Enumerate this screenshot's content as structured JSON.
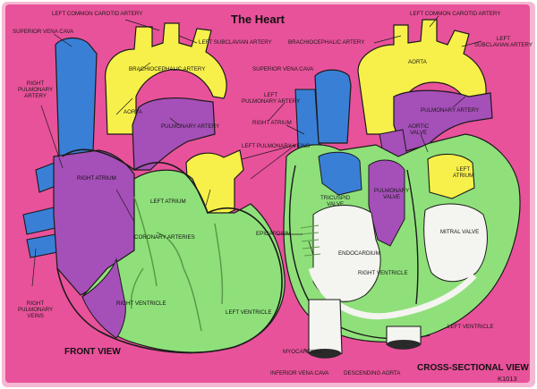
{
  "title": "The Heart",
  "front_view_caption": "FRONT VIEW",
  "cross_section_caption": "CROSS-SECTIONAL VIEW",
  "product_code": "K1013",
  "colors": {
    "board": "#e8529a",
    "board_edge": "#f5b8d2",
    "vein_blue": "#3a7fd6",
    "artery_yellow": "#f7f04a",
    "pulmonary_purple": "#a54fb8",
    "muscle_green": "#8fe07a",
    "chamber_white": "#f4f4f0",
    "outline": "#1a1a1a"
  },
  "front_labels": {
    "left_common_carotid_artery": "LEFT COMMON CAROTID ARTERY",
    "superior_vena_cava": "SUPERIOR VENA CAVA",
    "left_subclavian_artery": "LEFT SUBCLAVIAN ARTERY",
    "brachiocephalic_artery": "BRACHIOCEPHALIC ARTERY",
    "right_pulmonary_artery": "RIGHT\nPULMONARY\nARTERY",
    "aorta": "AORTA",
    "pulmonary_artery": "PULMONARY ARTERY",
    "right_atrium": "RIGHT ATRIUM",
    "left_atrium": "LEFT ATRIUM",
    "coronary_arteries": "CORONARY ARTERIES",
    "right_ventricle": "RIGHT VENTRICLE",
    "left_ventricle": "LEFT VENTRICLE",
    "right_pulmonary_veins": "RIGHT\nPULMONARY\nVEINS"
  },
  "center_labels": {
    "superior_vena_cava": "SUPERIOR VENA CAVA",
    "left_pulmonary_artery": "LEFT\nPULMONARY ARTERY",
    "right_atrium": "RIGHT ATRIUM",
    "left_pulmonary_veins": "LEFT PULMONARY VEINS",
    "epicardium": "EPICARDIUM",
    "myocardium": "MYOCARDIUM",
    "inferior_vena_cava": "INFERIOR VENA CAVA",
    "descending_aorta": "DESCENDING AORTA"
  },
  "cross_labels": {
    "left_common_carotid_artery": "LEFT COMMON CAROTID ARTERY",
    "brachiocephalic_artery": "BRACHIOCEPHALIC ARTERY",
    "left_subclavian_artery": "LEFT\nSUBCLAVIAN ARTERY",
    "aorta": "AORTA",
    "pulmonary_artery": "PULMONARY ARTERY",
    "aortic_valve": "AORTIC\nVALVE",
    "left_atrium": "LEFT\nATRIUM",
    "tricuspid_valve": "TRICUSPID\nVALVE",
    "pulmonary_valve": "PULMONARY\nVALVE",
    "mitral_valve": "MITRAL VALVE",
    "endocardium": "ENDOCARDIUM",
    "right_ventricle": "RIGHT VENTRICLE",
    "left_ventricle": "LEFT VENTRICLE"
  }
}
